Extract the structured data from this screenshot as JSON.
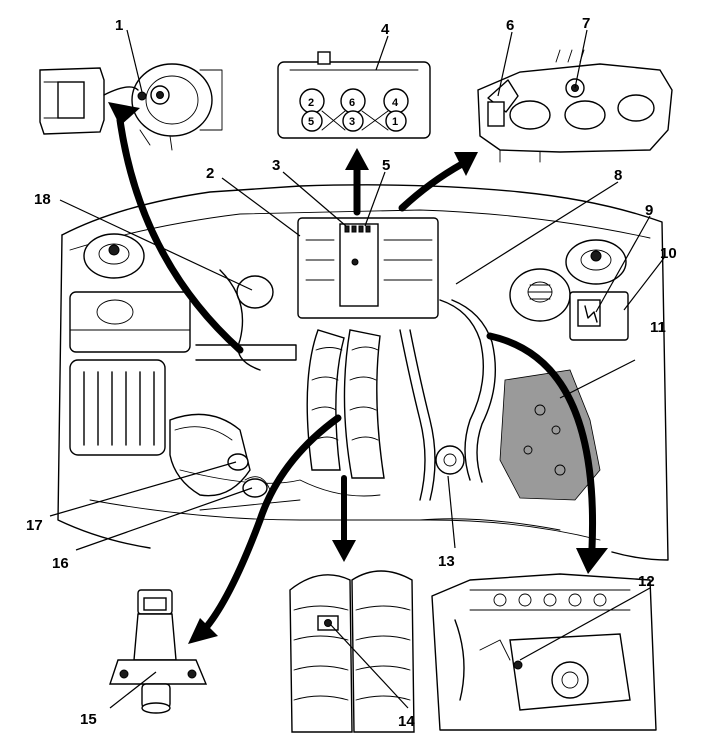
{
  "diagram": {
    "callouts": [
      {
        "id": "1",
        "label": "1"
      },
      {
        "id": "2",
        "label": "2"
      },
      {
        "id": "3",
        "label": "3"
      },
      {
        "id": "4",
        "label": "4"
      },
      {
        "id": "5",
        "label": "5"
      },
      {
        "id": "6",
        "label": "6"
      },
      {
        "id": "7",
        "label": "7"
      },
      {
        "id": "8",
        "label": "8"
      },
      {
        "id": "9",
        "label": "9"
      },
      {
        "id": "10",
        "label": "10"
      },
      {
        "id": "11",
        "label": "11"
      },
      {
        "id": "12",
        "label": "12"
      },
      {
        "id": "13",
        "label": "13"
      },
      {
        "id": "14",
        "label": "14"
      },
      {
        "id": "15",
        "label": "15"
      },
      {
        "id": "16",
        "label": "16"
      },
      {
        "id": "17",
        "label": "17"
      },
      {
        "id": "18",
        "label": "18"
      }
    ],
    "coil_pack_numbers": [
      "2",
      "6",
      "4",
      "5",
      "3",
      "1"
    ],
    "ink_color": "#000000",
    "paper_color": "#ffffff"
  }
}
